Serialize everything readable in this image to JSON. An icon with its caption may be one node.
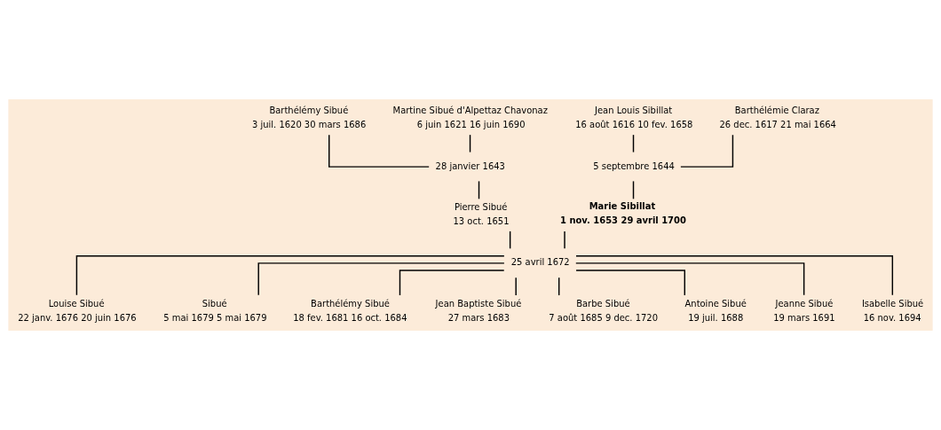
{
  "diagram": {
    "nodes": [
      {
        "text": [
          "Barthélémy Sibué",
          "3 juil. 1620 30 mars 1686"
        ]
      },
      {
        "text": [
          "Martine Sibué d'Alpettaz Chavonaz",
          "6 juin 1621 16 juin 1690"
        ]
      },
      {
        "text": [
          "Jean Louis Sibillat",
          "16 août 1616 10 fev. 1658"
        ]
      },
      {
        "text": [
          "Barthélémie Claraz",
          "26 dec. 1617 21 mai 1664"
        ]
      },
      {
        "text": [
          "28 janvier 1643"
        ]
      },
      {
        "text": [
          "5 septembre 1644"
        ]
      },
      {
        "text": [
          "Pierre Sibué",
          "13 oct. 1651"
        ]
      },
      {
        "text": [
          "Marie Sibillat",
          "1 nov. 1653 29 avril 1700"
        ]
      },
      {
        "text": [
          "25 avril 1672"
        ]
      },
      {
        "text": [
          "Louise Sibué",
          "22 janv. 1676 20 juin 1676"
        ]
      },
      {
        "text": [
          "Sibué",
          "5 mai 1679 5 mai 1679"
        ]
      },
      {
        "text": [
          "Barthélémy Sibué",
          "18 fev. 1681 16 oct. 1684"
        ]
      },
      {
        "text": [
          "Jean Baptiste Sibué",
          "27 mars 1683"
        ]
      },
      {
        "text": [
          "Barbe Sibué",
          "7 août 1685 9 dec. 1720"
        ]
      },
      {
        "text": [
          "Antoine Sibué",
          "19 juil. 1688"
        ]
      },
      {
        "text": [
          "Jeanne Sibué",
          "19 mars 1691"
        ]
      },
      {
        "text": [
          "Isabelle Sibué",
          "16 nov. 1694"
        ]
      }
    ],
    "edges": [
      {
        "from": 0,
        "to": 4,
        "arrow": "none"
      },
      {
        "from": 1,
        "to": 4,
        "arrow": "none"
      },
      {
        "from": 2,
        "to": 5,
        "arrow": "none"
      },
      {
        "from": 3,
        "to": 5,
        "arrow": "none"
      },
      {
        "from": 4,
        "to": 6,
        "arrow": "none"
      },
      {
        "from": 5,
        "to": 7,
        "arrow": "none"
      },
      {
        "from": 6,
        "to": 8,
        "arrow": "none"
      },
      {
        "from": 7,
        "to": 8,
        "arrow": "none"
      },
      {
        "from": 8,
        "to": 9,
        "arrow": "none"
      },
      {
        "from": 8,
        "to": 10,
        "arrow": "none"
      },
      {
        "from": 8,
        "to": 11,
        "arrow": "none"
      },
      {
        "from": 8,
        "to": 12,
        "arrow": "none"
      },
      {
        "from": 8,
        "to": 13,
        "arrow": "none"
      },
      {
        "from": 8,
        "to": 14,
        "arrow": "none"
      },
      {
        "from": 8,
        "to": 15,
        "arrow": "none"
      },
      {
        "from": 8,
        "to": 16,
        "arrow": "none"
      }
    ]
  }
}
